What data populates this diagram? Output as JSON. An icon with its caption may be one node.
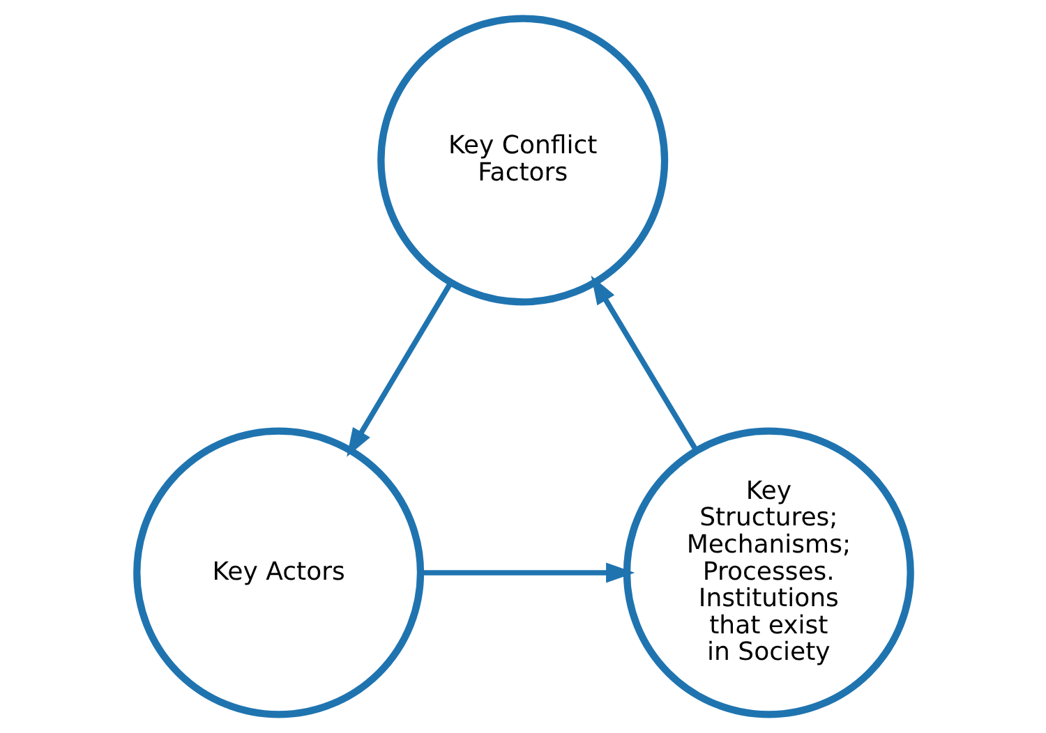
{
  "diagram": {
    "nodes": [
      {
        "text": [
          "Key Conflict Factors"
        ]
      },
      {
        "text": [
          "Key Actors"
        ]
      },
      {
        "text": [
          "Key Structures; Mechanisms; Processes. Institutions that exist in Society"
        ]
      }
    ],
    "edges": [
      {
        "from": 0,
        "to": 1,
        "arrow": "to"
      },
      {
        "from": 1,
        "to": 2,
        "arrow": "to"
      },
      {
        "from": 2,
        "to": 0,
        "arrow": "to"
      }
    ]
  }
}
